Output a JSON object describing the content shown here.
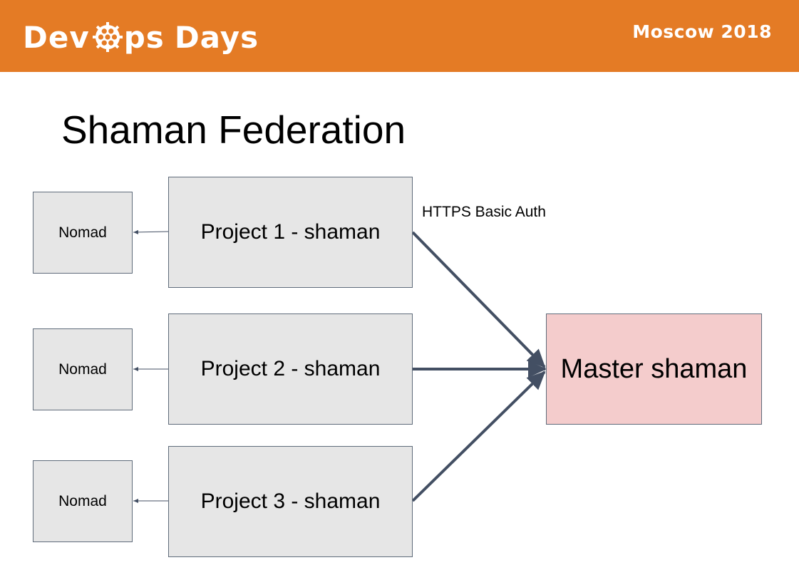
{
  "header": {
    "logo_left": "Dev",
    "logo_right": "ps",
    "logo_days": "Days",
    "event": "Moscow 2018",
    "bg_color": "#e47b25"
  },
  "slide": {
    "title": "Shaman Federation"
  },
  "diagram": {
    "nomads": [
      {
        "label": "Nomad"
      },
      {
        "label": "Nomad"
      },
      {
        "label": "Nomad"
      }
    ],
    "projects": [
      {
        "label": "Project 1 - shaman"
      },
      {
        "label": "Project 2 - shaman"
      },
      {
        "label": "Project 3 - shaman"
      }
    ],
    "master": {
      "label": "Master shaman"
    },
    "connection_label": "HTTPS Basic Auth",
    "colors": {
      "box_fill": "#e6e6e6",
      "master_fill": "#f4cccc",
      "arrow": "#434f63"
    }
  }
}
